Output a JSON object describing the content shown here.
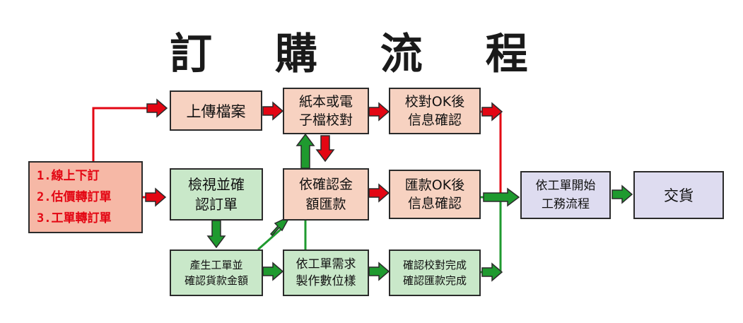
{
  "title": "訂 購 流 程",
  "nodes": {
    "source": "1.線上下訂\n2.估價轉訂單\n3.工單轉訂單",
    "upload": "上傳檔案",
    "proof_check": "紙本或電\n子檔校對",
    "proof_ok": "校對OK後\n信息確認",
    "review_order": "檢視並確\n認訂單",
    "remit_amount": "依確認金\n額匯款",
    "remit_ok": "匯款OK後\n信息確認",
    "work_order": "依工單開始\n工務流程",
    "delivery": "交貨",
    "generate_order": "產生工單並\n確認貨款金額",
    "make_sample": "依工單需求\n製作數位樣",
    "confirm_done": "確認校對完成\n確認匯款完成"
  },
  "colors": {
    "red_line": "#e30613",
    "green_line": "#1f9a2f",
    "peach": "#f7d2c1",
    "green": "#c9e8c9",
    "lavender": "#dedcf0",
    "source_fill": "#f6b8a6"
  }
}
